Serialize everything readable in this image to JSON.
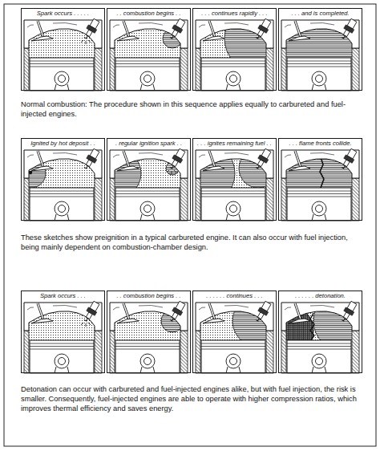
{
  "diagram": {
    "nodes": [
      {
        "text": [
          "Spark occurs . . . . ."
        ]
      },
      {
        "text": [
          ". . combustion begins . ."
        ]
      },
      {
        "text": [
          ". . . continues rapidly . . ."
        ]
      },
      {
        "text": [
          ". . . and is completed."
        ]
      },
      {
        "text": [
          "Ignited by hot deposit . ."
        ]
      },
      {
        "text": [
          ". regular ignition spark . ."
        ]
      },
      {
        "text": [
          ". . . ignites remaining fuel . ."
        ]
      },
      {
        "text": [
          ". . . flame fronts collide."
        ]
      },
      {
        "text": [
          "Spark occurs . . ."
        ]
      },
      {
        "text": [
          ". . combustion begins . ."
        ]
      },
      {
        "text": [
          ". . . . . . continues . . ."
        ]
      },
      {
        "text": [
          ". . . . . . detonation."
        ]
      }
    ],
    "labels": [
      "Normal combustion: The procedure shown in this sequence applies equally to carbureted and fuel-injected engines.",
      "These sketches show preignition in a typical carbureted engine. It can also occur with fuel injection, being mainly dependent on combustion-chamber design.",
      "Detonation can occur with carbureted and fuel-injected engines alike, but with fuel injection, the risk is smaller. Consequently, fuel-injected engines are able to operate with higher compression ratios, which improves thermal efficiency and saves energy."
    ]
  }
}
